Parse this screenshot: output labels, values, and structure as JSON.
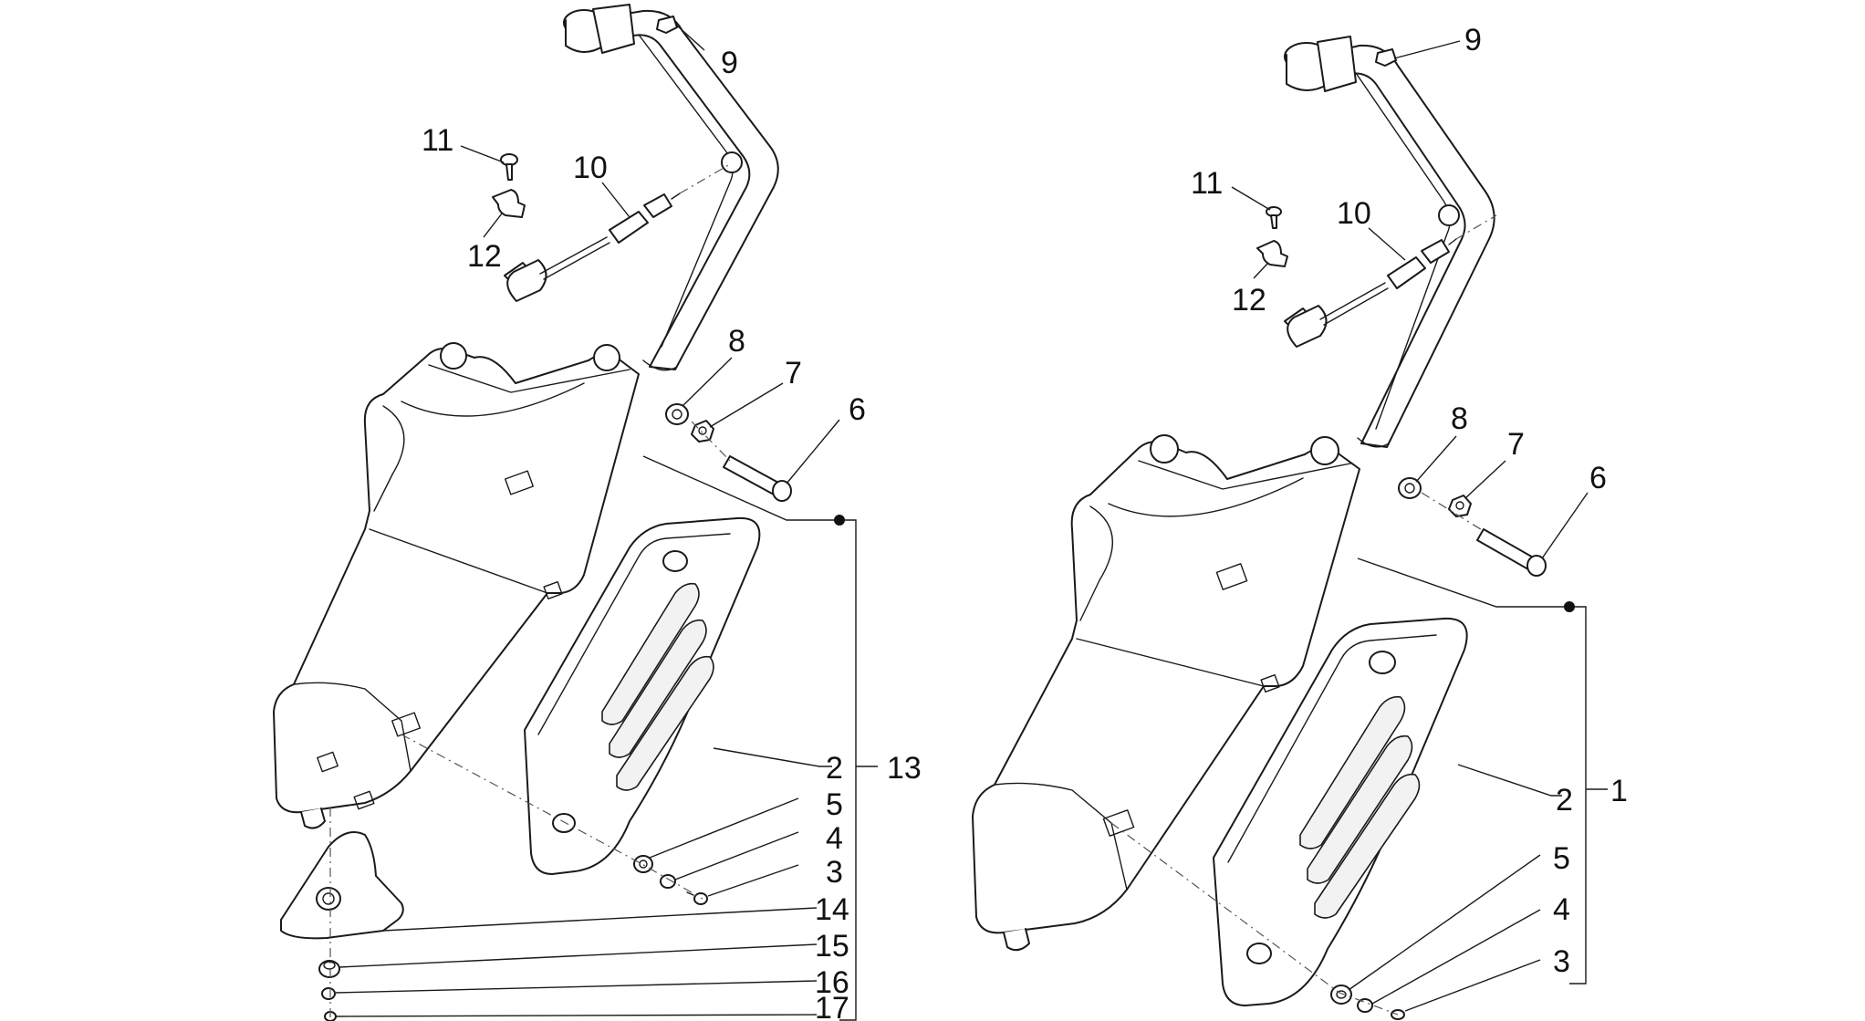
{
  "callouts": {
    "left": {
      "n9": "9",
      "n11": "11",
      "n10": "10",
      "n12": "12",
      "n8": "8",
      "n7": "7",
      "n6": "6",
      "n2": "2",
      "n13": "13",
      "n5": "5",
      "n4": "4",
      "n3": "3",
      "n14": "14",
      "n15": "15",
      "n16": "16",
      "n17": "17"
    },
    "right": {
      "n9": "9",
      "n11": "11",
      "n10": "10",
      "n12": "12",
      "n8": "8",
      "n7": "7",
      "n6": "6",
      "n2": "2",
      "n1": "1",
      "n5": "5",
      "n4": "4",
      "n3": "3"
    }
  },
  "colors": {
    "line": "#1a1a1a",
    "background": "#ffffff"
  }
}
